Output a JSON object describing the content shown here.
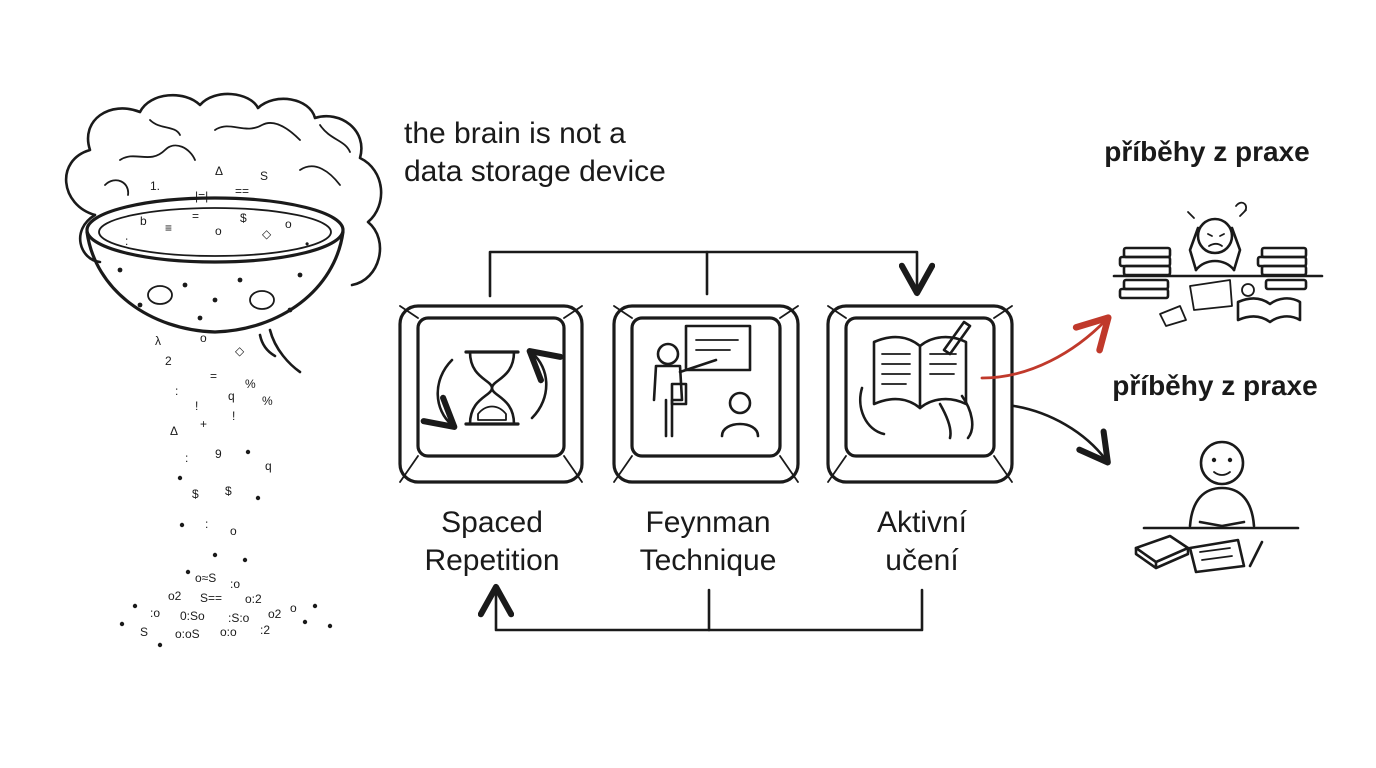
{
  "headline": {
    "line1": "the brain is not a",
    "line2": "data storage device"
  },
  "techniques": [
    {
      "line1": "Spaced",
      "line2": "Repetition",
      "icon": "hourglass-icon"
    },
    {
      "line1": "Feynman",
      "line2": "Technique",
      "icon": "teacher-icon"
    },
    {
      "line1": "Aktivní",
      "line2": "učení",
      "icon": "open-book-icon"
    }
  ],
  "outcomes": [
    {
      "label": "příběhy z praxe",
      "icon": "stressed-student-icon",
      "arrow_color": "#c0392b"
    },
    {
      "label": "příběhy z praxe",
      "icon": "calm-student-icon",
      "arrow_color": "#1a1a1a"
    }
  ],
  "colors": {
    "ink": "#1a1a1a",
    "accent": "#c0392b",
    "background": "#ffffff"
  }
}
